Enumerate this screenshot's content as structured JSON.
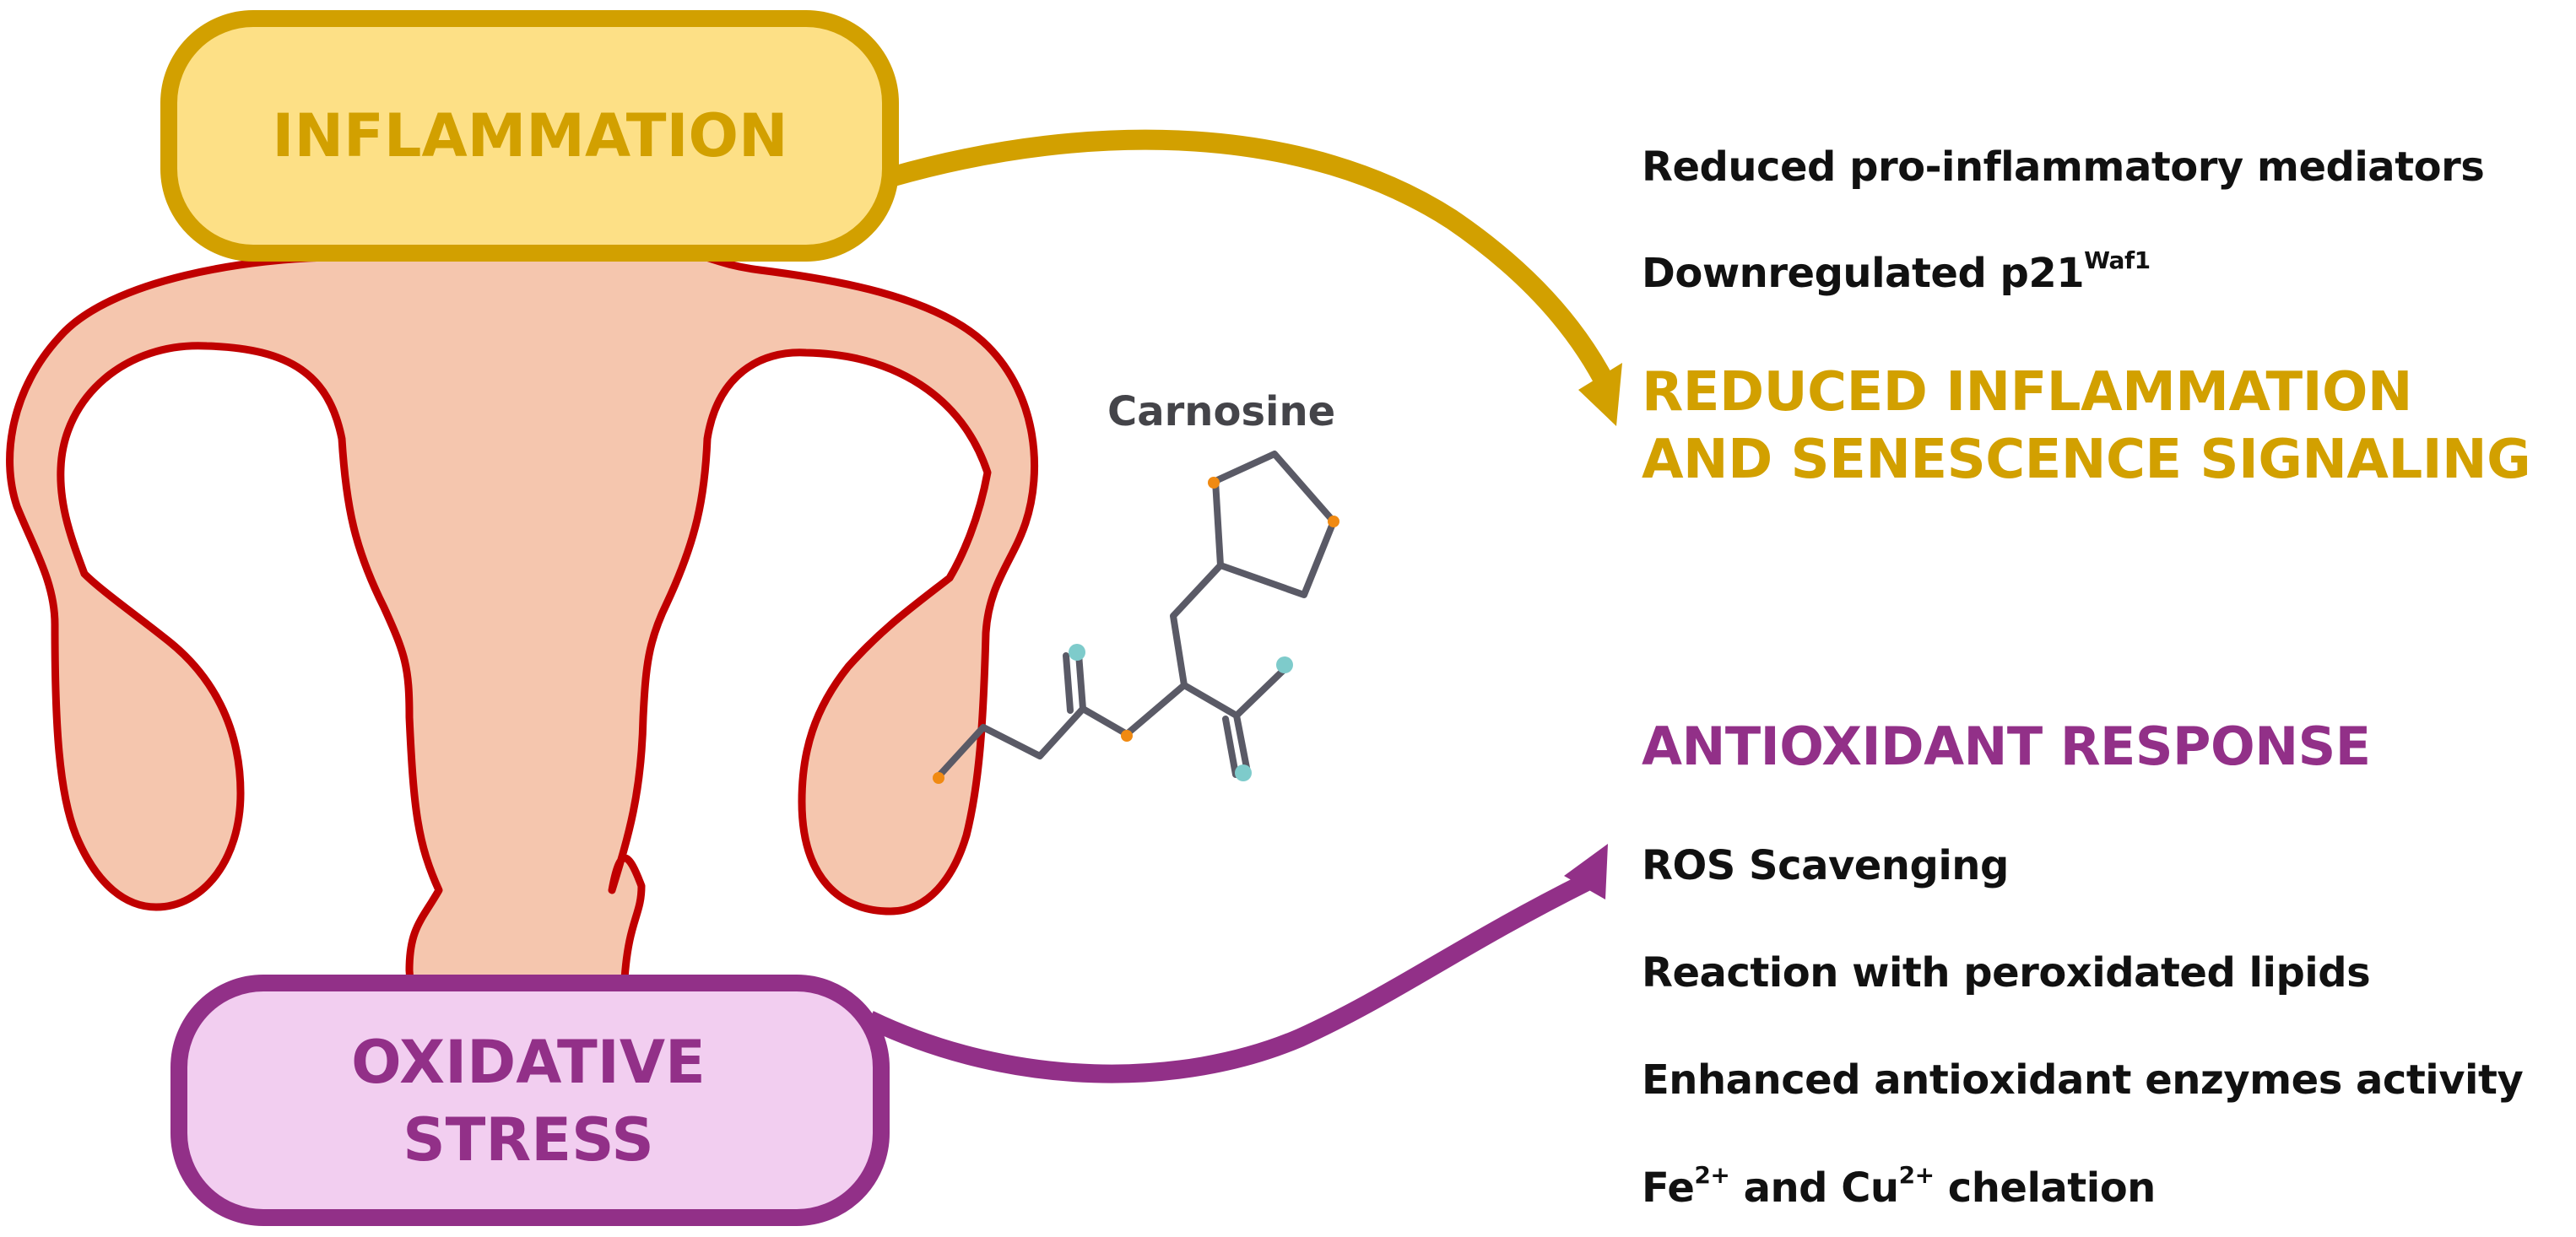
{
  "colors": {
    "inflammation_fill": "#fde086",
    "inflammation_stroke": "#d2a000",
    "oxidative_fill": "#f2cef0",
    "oxidative_stroke": "#923088",
    "uterus_fill": "#f5c6ae",
    "uterus_stroke": "#c00000",
    "bond": "#5a5a66",
    "atom_orange": "#f08a12",
    "atom_teal": "#7ecbcb",
    "text_dark": "#111111"
  },
  "inflammation_box": {
    "label": "INFLAMMATION"
  },
  "oxidative_box": {
    "label_line1": "OXIDATIVE",
    "label_line2": "STRESS"
  },
  "molecule": {
    "label": "Carnosine"
  },
  "inflammation_outcome": {
    "items": [
      {
        "text": "Reduced pro-inflammatory mediators",
        "sup": ""
      },
      {
        "text": "Downregulated p21",
        "sup": "Waf1"
      }
    ],
    "heading_line1": "REDUCED INFLAMMATION",
    "heading_line2": "AND SENESCENCE SIGNALING"
  },
  "antioxidant_outcome": {
    "heading": "ANTIOXIDANT RESPONSE",
    "items": [
      {
        "text": "ROS Scavenging"
      },
      {
        "text": "Reaction with peroxidated lipids"
      },
      {
        "text": "Enhanced antioxidant enzymes activity"
      },
      {
        "part1": "Fe",
        "sup1": "2+",
        "part2": " and Cu",
        "sup2": "2+",
        "part3": " chelation"
      }
    ]
  }
}
